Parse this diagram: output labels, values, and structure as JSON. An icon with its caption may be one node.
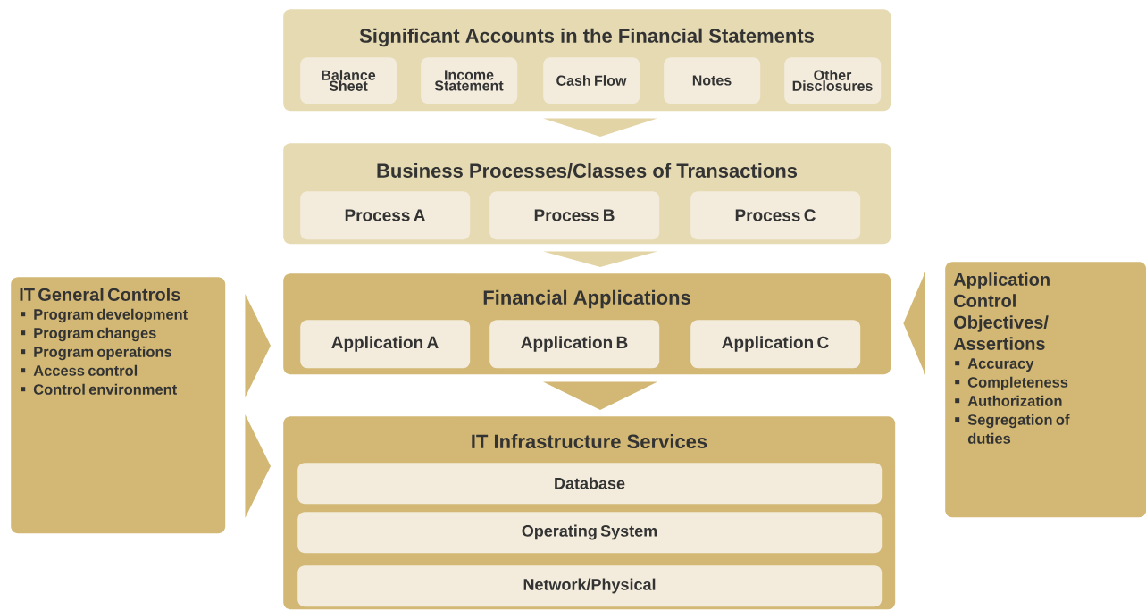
{
  "diagram": {
    "nodes": [
      {
        "text": [
          "Significant Accounts in the Financial Statements"
        ]
      },
      {
        "text": [
          "Balance Sheet"
        ],
        "in": 0
      },
      {
        "text": [
          "Income Statement"
        ],
        "in": 0
      },
      {
        "text": [
          "Cash Flow"
        ],
        "in": 0
      },
      {
        "text": [
          "Notes"
        ],
        "in": 0
      },
      {
        "text": [
          "Other Disclosures"
        ],
        "in": 0
      },
      {
        "text": [
          "Business Processes/Classes of Transactions"
        ]
      },
      {
        "text": [
          "Process A"
        ],
        "in": 6
      },
      {
        "text": [
          "Process B"
        ],
        "in": 6
      },
      {
        "text": [
          "Process C"
        ],
        "in": 6
      },
      {
        "text": [
          "Financial Applications"
        ]
      },
      {
        "text": [
          "Application A"
        ],
        "in": 10
      },
      {
        "text": [
          "Application B"
        ],
        "in": 10
      },
      {
        "text": [
          "Application C"
        ],
        "in": 10
      },
      {
        "text": [
          "IT Infrastructure Services"
        ]
      },
      {
        "text": [
          "Database"
        ],
        "in": 14
      },
      {
        "text": [
          "Operating System"
        ],
        "in": 14
      },
      {
        "text": [
          "Network/Physical"
        ],
        "in": 14
      },
      {
        "text": [
          "IT General Controls",
          "Program development",
          "Program changes",
          "Program operations",
          "Access control",
          "Control environment"
        ]
      },
      {
        "text": [
          "Application Control Objectives/ Assertions",
          "Accuracy",
          "Completeness",
          "Authorization",
          "Segregation of duties"
        ]
      }
    ],
    "edges": [
      {
        "from": 0,
        "to": 6,
        "arrow": "to"
      },
      {
        "from": 6,
        "to": 10,
        "arrow": "to"
      },
      {
        "from": 10,
        "to": 14,
        "arrow": "to",
        "color": "#d2b874"
      },
      {
        "from": 18,
        "to": 10,
        "arrow": "to",
        "color": "#d2b874"
      },
      {
        "from": 18,
        "to": 14,
        "arrow": "to",
        "color": "#d2b874"
      },
      {
        "from": 19,
        "to": 10,
        "arrow": "to",
        "color": "#d2b874"
      }
    ]
  }
}
